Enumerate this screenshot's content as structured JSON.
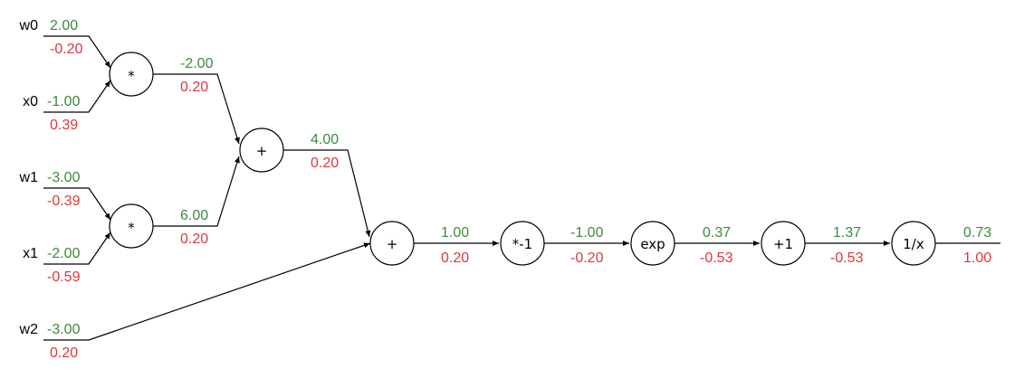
{
  "colors": {
    "forward": "#3c8a3c",
    "backward": "#e0373a",
    "stroke": "#000000"
  },
  "inputs": {
    "w0": {
      "label": "w0",
      "forward": "2.00",
      "backward": "-0.20"
    },
    "x0": {
      "label": "x0",
      "forward": "-1.00",
      "backward": "0.39"
    },
    "w1": {
      "label": "w1",
      "forward": "-3.00",
      "backward": "-0.39"
    },
    "x1": {
      "label": "x1",
      "forward": "-2.00",
      "backward": "-0.59"
    },
    "w2": {
      "label": "w2",
      "forward": "-3.00",
      "backward": "0.20"
    }
  },
  "nodes": {
    "mul0": {
      "op": "*"
    },
    "mul1": {
      "op": "*"
    },
    "add0": {
      "op": "+"
    },
    "add1": {
      "op": "+"
    },
    "neg": {
      "op": "*-1"
    },
    "exp": {
      "op": "exp"
    },
    "plus1": {
      "op": "+1"
    },
    "inv": {
      "op": "1/x"
    }
  },
  "edges": {
    "mul0_out": {
      "forward": "-2.00",
      "backward": "0.20"
    },
    "mul1_out": {
      "forward": "6.00",
      "backward": "0.20"
    },
    "add0_out": {
      "forward": "4.00",
      "backward": "0.20"
    },
    "add1_out": {
      "forward": "1.00",
      "backward": "0.20"
    },
    "neg_out": {
      "forward": "-1.00",
      "backward": "-0.20"
    },
    "exp_out": {
      "forward": "0.37",
      "backward": "-0.53"
    },
    "plus1_out": {
      "forward": "1.37",
      "backward": "-0.53"
    },
    "inv_out": {
      "forward": "0.73",
      "backward": "1.00"
    }
  }
}
